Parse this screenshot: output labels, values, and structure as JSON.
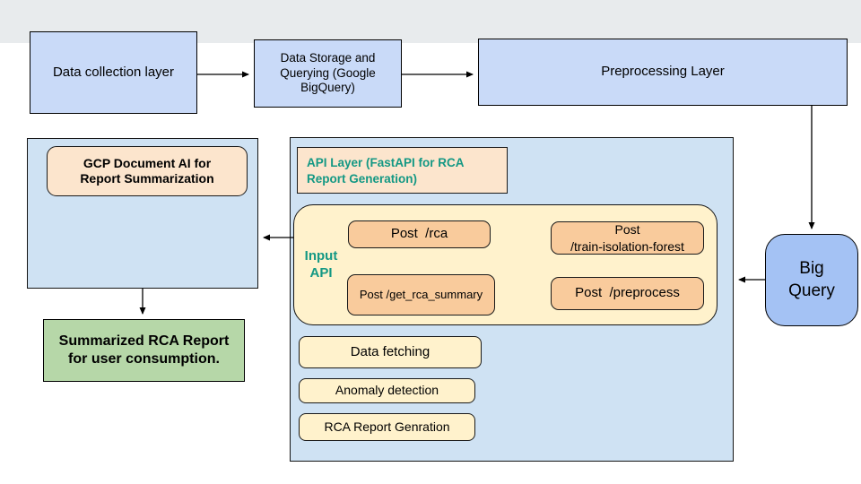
{
  "diagram": {
    "nodes": {
      "data_collection": {
        "label": "Data collection layer"
      },
      "data_storage": {
        "label": "Data Storage and\nQuerying (Google\nBigQuery)"
      },
      "preprocessing": {
        "label": "Preprocessing Layer"
      },
      "gcp_doc_ai": {
        "label": "GCP Document AI for\nReport Summarization"
      },
      "summarized_report": {
        "label": "Summarized RCA Report\nfor user consumption."
      },
      "api_header": {
        "label": "API Layer (FastAPI for RCA\nReport Generation)"
      },
      "input_api": {
        "label": "Input\nAPI"
      },
      "post_rca": {
        "label": "Post  /rca"
      },
      "post_train_isolation_forest": {
        "label": "Post\n/train-isolation-forest"
      },
      "post_get_rca_summary": {
        "label": "Post /get_rca_summary"
      },
      "post_preprocess": {
        "label": "Post  /preprocess"
      },
      "data_fetching": {
        "label": "Data fetching"
      },
      "anomaly_detection": {
        "label": "Anomaly detection"
      },
      "rca_report_genration": {
        "label": "RCA Report Genration"
      },
      "big_query": {
        "label": "Big\nQuery"
      }
    },
    "colors": {
      "top_band_gray": "#e8ebed",
      "box_blue": "#c9daf8",
      "container_blue": "#cfe2f3",
      "bigquery_blue": "#a4c2f4",
      "peach": "#fce5cd",
      "orange": "#f9cb9c",
      "yellow": "#fff2cc",
      "green": "#b6d7a8",
      "teal_text": "#149884",
      "arrow_black": "#000000"
    }
  }
}
